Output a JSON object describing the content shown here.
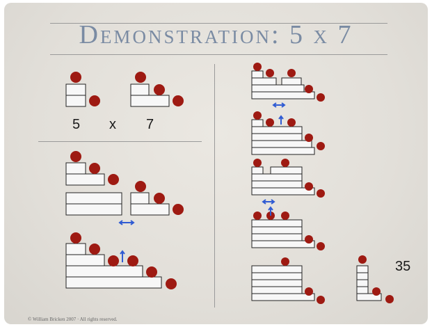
{
  "title": "Demonstration: 5 x 7",
  "factors": {
    "left": "5",
    "op": "x",
    "right": "7"
  },
  "result": "35",
  "footer": "© William Bricken 2007 · All rights reserved.",
  "colors": {
    "ball": "#9e1a12",
    "arrow": "#2f5bd3",
    "box": "#f7f7f7"
  },
  "icons": {
    "horizontal": "double-arrow-horizontal-icon",
    "vertical": "arrow-up-icon"
  }
}
